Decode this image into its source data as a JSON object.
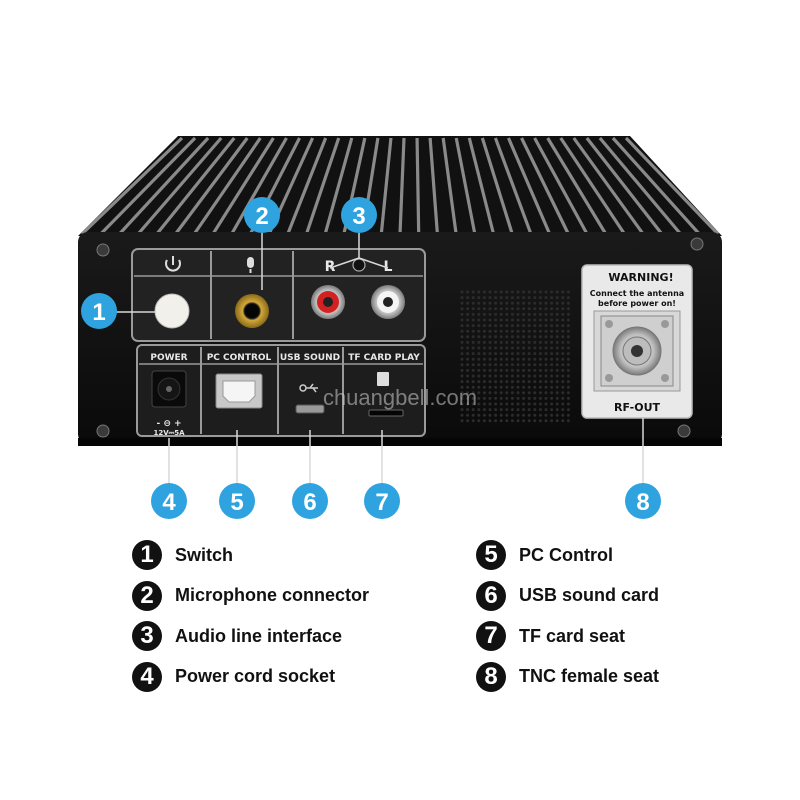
{
  "product_panel": {
    "warning": {
      "title": "WARNING!",
      "line1": "Connect the antenna",
      "line2": "before power on!"
    },
    "rf_out_label": "RF-OUT",
    "audio_labels": {
      "right": "R",
      "left": "L"
    },
    "port_labels": {
      "power": "POWER",
      "pc_control": "PC CONTROL",
      "usb_sound": "USB SOUND",
      "tf_card_play": "TF CARD PLAY"
    },
    "power_rating": "12V⎓5A",
    "polarity": "- ⊖ +"
  },
  "watermark": "chuangbell.com",
  "callouts": [
    "1",
    "2",
    "3",
    "4",
    "5",
    "6",
    "7",
    "8"
  ],
  "legend": {
    "left": [
      {
        "num": "1",
        "label": "Switch"
      },
      {
        "num": "2",
        "label": "Microphone connector"
      },
      {
        "num": "3",
        "label": "Audio line interface"
      },
      {
        "num": "4",
        "label": "Power cord socket"
      }
    ],
    "right": [
      {
        "num": "5",
        "label": "PC Control"
      },
      {
        "num": "6",
        "label": "USB sound card"
      },
      {
        "num": "7",
        "label": "TF card seat"
      },
      {
        "num": "8",
        "label": "TNC female seat"
      }
    ]
  },
  "colors": {
    "callout": "#2fa3df",
    "device": "#0d0d0d",
    "panel": "#1c1c1c"
  }
}
